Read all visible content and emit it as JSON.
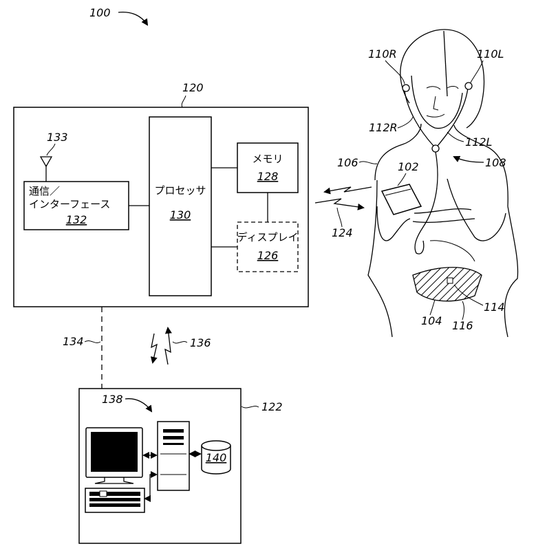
{
  "figure_ref": "100",
  "server_device": {
    "ref": "120",
    "processor": {
      "label": "プロセッサ",
      "ref": "130"
    },
    "memory": {
      "label": "メモリ",
      "ref": "128"
    },
    "display": {
      "label": "ディスプレイ",
      "ref": "126"
    },
    "comm_interface": {
      "label_line1": "通信／",
      "label_line2": "インターフェース",
      "ref": "132"
    },
    "antenna_ref": "133"
  },
  "wireless_link_user": "124",
  "wired_link": "134",
  "wireless_link_remote": "136",
  "remote_system": {
    "ref": "122",
    "computer_ref": "138",
    "database_ref": "140"
  },
  "user": {
    "body_ref": "106",
    "handheld_ref": "102",
    "stethoscope_ref": "108",
    "earpiece_right": "110R",
    "earpiece_left": "110L",
    "tube_right": "112R",
    "tube_left": "112L",
    "abdomen_region": "104",
    "sensor_ref": "114",
    "region_ref": "116"
  }
}
